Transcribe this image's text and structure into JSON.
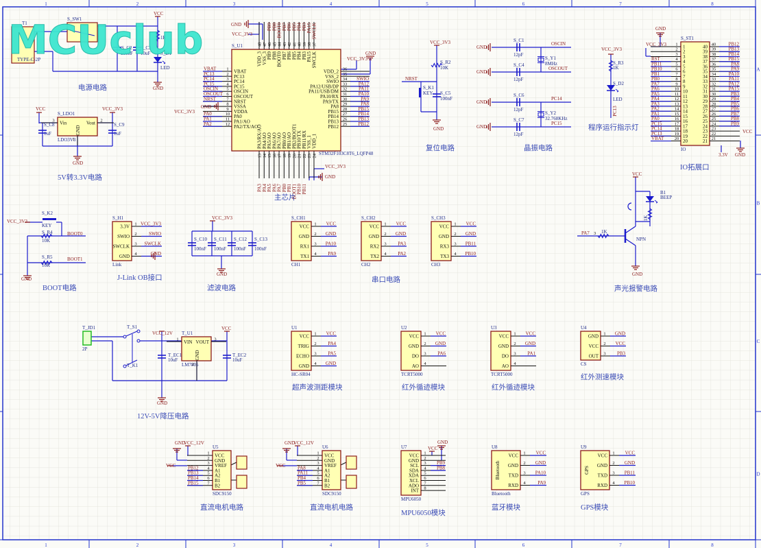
{
  "watermark": "MCUclub",
  "colors": {
    "wire": "#1a1acc",
    "net": "#8b1a1a",
    "part_fill": "#ffffb4",
    "part_stroke": "#8b1a1a",
    "frame": "#2233cc",
    "grid": "#e4e4de",
    "watermark": "#3ee6cf"
  },
  "frame": {
    "columns": [
      "1",
      "2",
      "3",
      "4",
      "5",
      "6",
      "7",
      "8"
    ],
    "rows": [
      "A",
      "B",
      "C",
      "D"
    ]
  },
  "ics": {
    "mcu": {
      "ref": "S_U1",
      "part": "STM32F103C8T6_LQFP48",
      "left": [
        [
          "1",
          "VBAT",
          "VBAT"
        ],
        [
          "2",
          "PC13",
          "PC13"
        ],
        [
          "3",
          "PC14",
          "PC14"
        ],
        [
          "4",
          "PC15",
          "PC15"
        ],
        [
          "5",
          "OSCIN",
          "OSCIN"
        ],
        [
          "6",
          "OSCOUT",
          "OSCOUT"
        ],
        [
          "7",
          "NRST",
          "NRST"
        ],
        [
          "8",
          "VSSA",
          ""
        ],
        [
          "9",
          "VDDA",
          ""
        ],
        [
          "10",
          "PA0",
          "PA0"
        ],
        [
          "11",
          "PA1/AO",
          "PA1"
        ],
        [
          "12",
          "PA2/TX/AO",
          "PA2"
        ]
      ],
      "right": [
        [
          "36",
          "VDD_2",
          ""
        ],
        [
          "35",
          "VSS_2",
          ""
        ],
        [
          "34",
          "SWIO",
          "SWIO"
        ],
        [
          "33",
          "PA12/USB/DP",
          "PA12"
        ],
        [
          "32",
          "PA11/USB/DM",
          "PA11"
        ],
        [
          "31",
          "PA10/RX",
          "PA10"
        ],
        [
          "30",
          "PA9/TX",
          "PA9"
        ],
        [
          "29",
          "PA8",
          "PA8"
        ],
        [
          "28",
          "PB15",
          "PB15"
        ],
        [
          "27",
          "PB14",
          "PB14"
        ],
        [
          "26",
          "PB13",
          "PB13"
        ],
        [
          "25",
          "PB12",
          "PB12"
        ]
      ],
      "top": [
        [
          "48",
          "VDD_3",
          ""
        ],
        [
          "47",
          "VSS_3",
          ""
        ],
        [
          "46",
          "PB9",
          "PB9"
        ],
        [
          "45",
          "PB8",
          "PB8"
        ],
        [
          "44",
          "BOOT0",
          "BOOT0"
        ],
        [
          "43",
          "PB7",
          "PB7"
        ],
        [
          "42",
          "PB6",
          "PB6"
        ],
        [
          "41",
          "PB5",
          "PB5"
        ],
        [
          "40",
          "PB4",
          "PB4"
        ],
        [
          "39",
          "PB3",
          "PB3"
        ],
        [
          "38",
          "PA15",
          "PA15"
        ],
        [
          "37",
          "SWCLK",
          "SWCLK"
        ]
      ],
      "bottom": [
        [
          "13",
          "PA3/RX/AO",
          "PA3"
        ],
        [
          "14",
          "PA4/AO",
          "PA4"
        ],
        [
          "15",
          "PA5/AO",
          "PA5"
        ],
        [
          "16",
          "PA6/AO",
          "PA6"
        ],
        [
          "17",
          "PA7/AO",
          "PA7"
        ],
        [
          "18",
          "PB0/AO",
          "PB0"
        ],
        [
          "19",
          "PB1/AO",
          "PB1"
        ],
        [
          "20",
          "PB2/BOOT1",
          "BOOT1"
        ],
        [
          "21",
          "PB10/TX",
          "PB10"
        ],
        [
          "22",
          "PB11/RX",
          "PB11"
        ],
        [
          "23",
          "VSS_1",
          ""
        ],
        [
          "24",
          "VDD_1",
          ""
        ]
      ]
    },
    "io": {
      "ref": "S_ST1",
      "part": "IO",
      "left": [
        [
          "1",
          "1",
          ""
        ],
        [
          "2",
          "2",
          ""
        ],
        [
          "3",
          "3",
          ""
        ],
        [
          "4",
          "4",
          "RST"
        ],
        [
          "5",
          "5",
          "PB11"
        ],
        [
          "6",
          "6",
          "PB10"
        ],
        [
          "7",
          "7",
          "PB1"
        ],
        [
          "8",
          "8",
          "PB0"
        ],
        [
          "9",
          "9",
          "PA7"
        ],
        [
          "10",
          "10",
          "PA6"
        ],
        [
          "11",
          "11",
          "PA5"
        ],
        [
          "12",
          "12",
          "PA4"
        ],
        [
          "13",
          "13",
          "PA3"
        ],
        [
          "14",
          "14",
          "PA2"
        ],
        [
          "15",
          "15",
          "PA1"
        ],
        [
          "16",
          "16",
          "PA0"
        ],
        [
          "17",
          "17",
          "PC15"
        ],
        [
          "18",
          "18",
          "PC14"
        ],
        [
          "19",
          "19",
          "PC13"
        ],
        [
          "20",
          "20",
          "VBAT"
        ]
      ],
      "right": [
        [
          "40",
          "40",
          "PB12"
        ],
        [
          "39",
          "39",
          "PB13"
        ],
        [
          "38",
          "38",
          "PB14"
        ],
        [
          "37",
          "37",
          "PB15"
        ],
        [
          "36",
          "36",
          "PA8"
        ],
        [
          "35",
          "35",
          "PA9"
        ],
        [
          "34",
          "34",
          "PA10"
        ],
        [
          "33",
          "33",
          "PA11"
        ],
        [
          "32",
          "32",
          "PA12"
        ],
        [
          "31",
          "31",
          "PA15"
        ],
        [
          "30",
          "30",
          "PB3"
        ],
        [
          "29",
          "29",
          "PB4"
        ],
        [
          "28",
          "28",
          "PB5"
        ],
        [
          "27",
          "27",
          "PB6"
        ],
        [
          "26",
          "26",
          "PB7"
        ],
        [
          "25",
          "25",
          "PB8"
        ],
        [
          "24",
          "24",
          "PB9"
        ],
        [
          "23",
          "23",
          ""
        ],
        [
          "22",
          "22",
          ""
        ],
        [
          "21",
          "21",
          ""
        ]
      ]
    },
    "ldo": {
      "ref": "S_LDO1",
      "part": "LDO3V3",
      "left": [
        [
          "3",
          "Vin",
          ""
        ]
      ],
      "right": [
        [
          "2",
          "Vout",
          ""
        ]
      ],
      "bottom": [
        [
          "1",
          "GND",
          ""
        ]
      ]
    },
    "jlink": {
      "ref": "S_H1",
      "part": "Link",
      "right": [
        [
          "1",
          "3.3V",
          "VCC_3V3"
        ],
        [
          "2",
          "SWIO",
          "SWIO"
        ],
        [
          "3",
          "SWCLK",
          "SWCLK"
        ],
        [
          "4",
          "GND",
          "GND"
        ]
      ]
    },
    "ch1": {
      "ref": "S_CH1",
      "part": "CH1",
      "right": [
        [
          "1",
          "VCC",
          "VCC"
        ],
        [
          "2",
          "GND",
          "GND"
        ],
        [
          "3",
          "RX1",
          "PA10"
        ],
        [
          "4",
          "TX1",
          "PA9"
        ]
      ]
    },
    "ch2": {
      "ref": "S_CH2",
      "part": "CH2",
      "right": [
        [
          "1",
          "VCC",
          "VCC"
        ],
        [
          "2",
          "GND",
          "GND"
        ],
        [
          "3",
          "RX2",
          "PA3"
        ],
        [
          "4",
          "TX2",
          "PA2"
        ]
      ]
    },
    "ch3": {
      "ref": "S_CH3",
      "part": "CH3",
      "right": [
        [
          "1",
          "VCC",
          "VCC"
        ],
        [
          "2",
          "GND",
          "GND"
        ],
        [
          "3",
          "RX3",
          "PB11"
        ],
        [
          "4",
          "TX3",
          "PB10"
        ]
      ]
    },
    "lm7805": {
      "ref": "T_U1",
      "part": "LM7805",
      "left": [
        [
          "1",
          "VIN",
          ""
        ]
      ],
      "right": [
        [
          "3",
          "VOUT",
          ""
        ]
      ],
      "bottom": [
        [
          "2",
          "GND",
          ""
        ]
      ]
    },
    "hcsr04": {
      "ref": "U1",
      "part": "HC-SR04",
      "right": [
        [
          "1",
          "VCC",
          "VCC"
        ],
        [
          "2",
          "TRIG",
          "PA4"
        ],
        [
          "3",
          "ECHO",
          "PA5"
        ],
        [
          "4",
          "GND",
          "GND"
        ]
      ]
    },
    "tcrt1": {
      "ref": "U2",
      "part": "TCRT5000",
      "right": [
        [
          "1",
          "VCC",
          "VCC"
        ],
        [
          "2",
          "GND",
          "GND"
        ],
        [
          "3",
          "DO",
          "PA6"
        ],
        [
          "4",
          "AO",
          ""
        ]
      ]
    },
    "tcrt2": {
      "ref": "U3",
      "part": "TCRT5000",
      "right": [
        [
          "1",
          "VCC",
          "VCC"
        ],
        [
          "2",
          "GND",
          "GND"
        ],
        [
          "3",
          "DO",
          "PA1"
        ],
        [
          "4",
          "AO",
          ""
        ]
      ]
    },
    "speed": {
      "ref": "U4",
      "part": "CS",
      "right": [
        [
          "1",
          "GND",
          "GND"
        ],
        [
          "2",
          "VCC",
          "VCC"
        ],
        [
          "3",
          "OUT",
          "PB3"
        ]
      ]
    },
    "motor1": {
      "ref": "U5",
      "part": "SDC9150",
      "left": [
        [
          "1",
          "VCC",
          ""
        ],
        [
          "2",
          "GND",
          ""
        ],
        [
          "3",
          "VREF",
          ""
        ],
        [
          "4",
          "A1",
          "PB12"
        ],
        [
          "5",
          "A2",
          "PB13"
        ],
        [
          "6",
          "B1",
          "PB14"
        ],
        [
          "7",
          "B2",
          "PB15"
        ]
      ]
    },
    "motor2": {
      "ref": "U6",
      "part": "SDC9150",
      "left": [
        [
          "1",
          "VCC",
          ""
        ],
        [
          "2",
          "GND",
          ""
        ],
        [
          "3",
          "VREF",
          ""
        ],
        [
          "4",
          "A1",
          "PA8"
        ],
        [
          "5",
          "A2",
          "PA11"
        ],
        [
          "6",
          "B1",
          "PB4"
        ],
        [
          "7",
          "B2",
          "PB5"
        ]
      ]
    },
    "mpu": {
      "ref": "U7",
      "part": "MPU6050",
      "right": [
        [
          "1",
          "VCC",
          ""
        ],
        [
          "2",
          "GND",
          ""
        ],
        [
          "3",
          "SCL",
          "PB9"
        ],
        [
          "4",
          "SDA",
          "PB8"
        ],
        [
          "5",
          "XDA",
          ""
        ],
        [
          "6",
          "XCL",
          ""
        ],
        [
          "7",
          "ADO",
          ""
        ],
        [
          "8",
          "INT",
          ""
        ]
      ]
    },
    "bt": {
      "ref": "U8",
      "part": "Bluetooth",
      "inner": "Bluetooth",
      "right": [
        [
          "1",
          "VCC",
          "VCC"
        ],
        [
          "2",
          "GND",
          "GND"
        ],
        [
          "3",
          "TXD",
          "PA10"
        ],
        [
          "4",
          "RXD",
          "PA9"
        ]
      ]
    },
    "gps": {
      "ref": "U9",
      "part": "GPS",
      "inner": "GPS",
      "right": [
        [
          "1",
          "VCC",
          "VCC"
        ],
        [
          "2",
          "GND",
          "GND"
        ],
        [
          "3",
          "TXD",
          "PB11"
        ],
        [
          "4",
          "RXD",
          "PB10"
        ]
      ]
    }
  },
  "labels": {
    "power": {
      "t1": "T1",
      "t1_part": "TYPE-C-2P",
      "sw1": "S_SW1",
      "c2": "S_C2",
      "c2_val": "100nF",
      "c3": "S_C3",
      "c3_val": "10uF",
      "r1_val": "1K",
      "d1": "S_D1",
      "d1_val": "LED",
      "vcc": "VCC",
      "gnd": "GND",
      "title": "电源电路"
    },
    "ldo": {
      "c8": "S_C8",
      "c8_val": "1uF",
      "c9": "S_C9",
      "c9_val": "1uF",
      "vcc": "VCC",
      "vcc3": "VCC_3V3",
      "gnd": "GND",
      "title": "5V转3.3V电路"
    },
    "mcu": {
      "gnd_top": "GND",
      "vcc_top": "VCC_3V3",
      "vcc_right": "VCC_3V3",
      "gnd_right": "GND",
      "gnd_left": "GND",
      "vcc_left": "VCC_3V3",
      "vcc_bottom": "VCC_3V3",
      "gnd_bottom": "GND",
      "title": "主芯片"
    },
    "reset": {
      "vcc": "VCC_3V3",
      "r2": "S_R2",
      "r2_val": "10K",
      "nrst": "NRST",
      "k1": "S_K1",
      "k1_val": "KEY",
      "c5": "S_C5",
      "c5_val": "100nF",
      "gnd": "GND",
      "title": "复位电路"
    },
    "xtal": {
      "gnd1": "GND",
      "gnd2": "GND",
      "gnd3": "GND",
      "gnd4": "GND",
      "c1": "S_C1",
      "c1_val": "12pF",
      "c4": "S_C4",
      "c4_val": "12pF",
      "c6": "S_C6",
      "c6_val": "12pF",
      "c7": "S_C7",
      "c7_val": "12pF",
      "oscin": "OSCIN",
      "oscout": "OSCOUT",
      "pc14": "PC14",
      "pc15": "PC15",
      "y1": "S_Y1",
      "y1_val": "8MHz",
      "y2": "S_Y2",
      "y2_val": "32.768KHz",
      "title": "晶振电路"
    },
    "runled": {
      "vcc": "VCC_3V3",
      "r3": "S_R3",
      "r3_val": "1K",
      "d2": "S_D2",
      "d2_val": "LED",
      "pc13": "PC13",
      "title": "程序运行指示灯"
    },
    "io": {
      "gnd": "GND",
      "vcc3": "VCC_3V3",
      "vcc": "VCC",
      "gnd2": "GND",
      "v33": "3.3V",
      "title": "IO拓展口"
    },
    "beep": {
      "vcc": "VCC",
      "b1": "B1",
      "b1_val": "BEEP",
      "r_led": "1K",
      "pa7": "PA7",
      "pin3": "3",
      "rb": "1K",
      "npn": "NPN",
      "gnd": "GND",
      "title": "声光报警电路"
    },
    "boot": {
      "k2": "S_K2",
      "vcc": "VCC_3V3",
      "k2_val": "KEY",
      "r4": "S_R4",
      "r4_val": "10K",
      "boot0": "BOOT0",
      "r5": "S_R5",
      "r5_val": "10K",
      "boot1": "BOOT1",
      "gnd": "GND",
      "title": "BOOT电路"
    },
    "jlink": {
      "title": "J-Link OB接口"
    },
    "filter": {
      "vcc": "VCC_3V3",
      "c10": "S_C10",
      "c10_val": "100nF",
      "c11": "S_C11",
      "c11_val": "100nF",
      "c12": "S_C12",
      "c12_val": "100nF",
      "c13": "S_C13",
      "c13_val": "100nF",
      "gnd": "GND",
      "title": "滤波电路"
    },
    "serial": {
      "title": "串口电路"
    },
    "buck": {
      "jd1": "T_JD1",
      "jd1_part": "2P",
      "s1": "T_S1",
      "k1": "T_K1",
      "vcc12": "VCC_12V",
      "ec1": "T_EC1",
      "ec1_val": "10uF",
      "vcc": "VCC",
      "ec2": "T_EC2",
      "ec2_val": "10uF",
      "gnd": "GND",
      "title": "12V-5V降压电路"
    },
    "modules": {
      "ultra": "超声波测距模块",
      "track1": "红外循迹模块",
      "track2": "红外循迹模块",
      "speed": "红外测速模块"
    },
    "motor1": {
      "gnd": "GND",
      "vcc12": "VCC_12V",
      "vcc": "VCC",
      "title": "直流电机电路"
    },
    "motor2": {
      "gnd": "GND",
      "vcc12": "VCC_12V",
      "vcc": "VCC",
      "title": "直流电机电路"
    },
    "mpu": {
      "vcc": "VCC",
      "gnd": "GND",
      "title": "MPU6050模块"
    },
    "bt": {
      "title": "蓝牙模块"
    },
    "gps": {
      "title": "GPS模块"
    }
  }
}
